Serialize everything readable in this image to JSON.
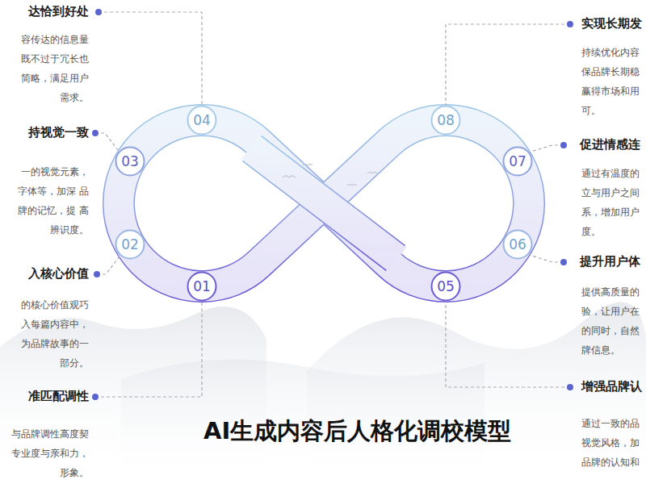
{
  "diagram": {
    "title": "AI生成内容后人格化调校模型",
    "nodes": [
      {
        "text": [
          "01"
        ]
      },
      {
        "text": [
          "02"
        ]
      },
      {
        "text": [
          "03"
        ]
      },
      {
        "text": [
          "04"
        ]
      },
      {
        "text": [
          "05"
        ]
      },
      {
        "text": [
          "06"
        ]
      },
      {
        "text": [
          "07"
        ]
      },
      {
        "text": [
          "08"
        ]
      }
    ],
    "labels": [
      "达恰到好处",
      "容传达的信息量 既不过于冗长也 简略，满足用户 需求。",
      "实现长期发",
      "持续优化内容 保品牌长期稳 赢得市场和用 可。",
      "持视觉一致",
      "一的视觉元素， 字体等，加深 品牌的记忆，提 高辨识度。",
      "促进情感连",
      "通过有温度的 立与用户之间 系，增加用户 度。",
      "入核心价值",
      "的核心价值观巧 入每篇内容中， 为品牌故事的一 部分。",
      "提升用户体",
      "提供高质量的 验，让用户在 的同时，自然 牌信息。",
      "准匹配调性",
      "与品牌调性高度契 专业度与亲和力， 形象。",
      "增强品牌认",
      "通过一致的品 视觉风格，加 品牌的认知和"
    ]
  }
}
